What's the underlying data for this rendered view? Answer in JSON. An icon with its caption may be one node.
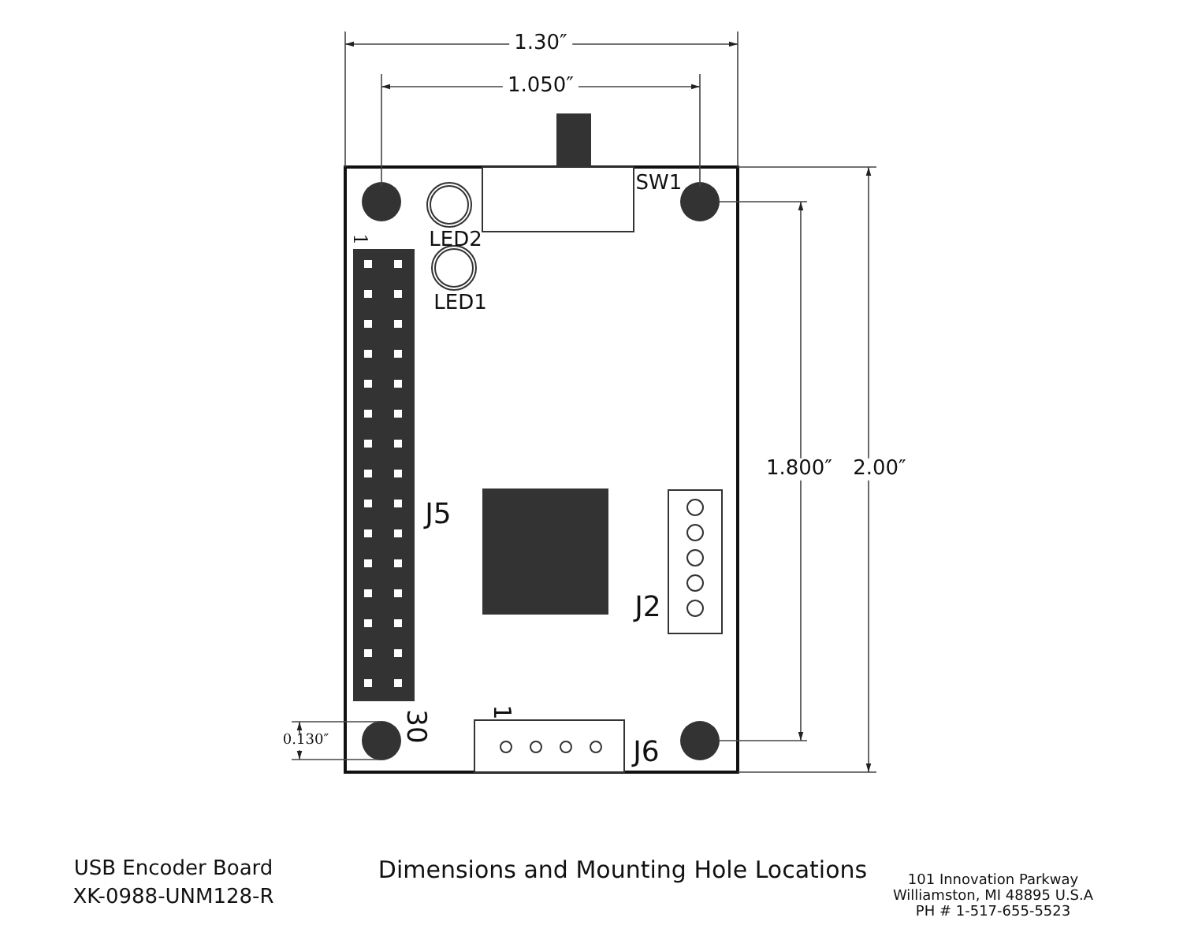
{
  "diagram": {
    "title": "Dimensions and Mounting Hole Locations",
    "labels": [
      "1.30″",
      "1.050″",
      "SW1",
      "LED2",
      "1",
      "LED1",
      "1.800″",
      "2.00″",
      "J5",
      "J2",
      "30",
      "1",
      "0.130″",
      "J6",
      "USB Encoder Board",
      "XK-0988-UNM128-R",
      "101 Innovation Parkway",
      "Williamston, MI 48895 U.S.A",
      "PH # 1-517-655-5523"
    ]
  }
}
